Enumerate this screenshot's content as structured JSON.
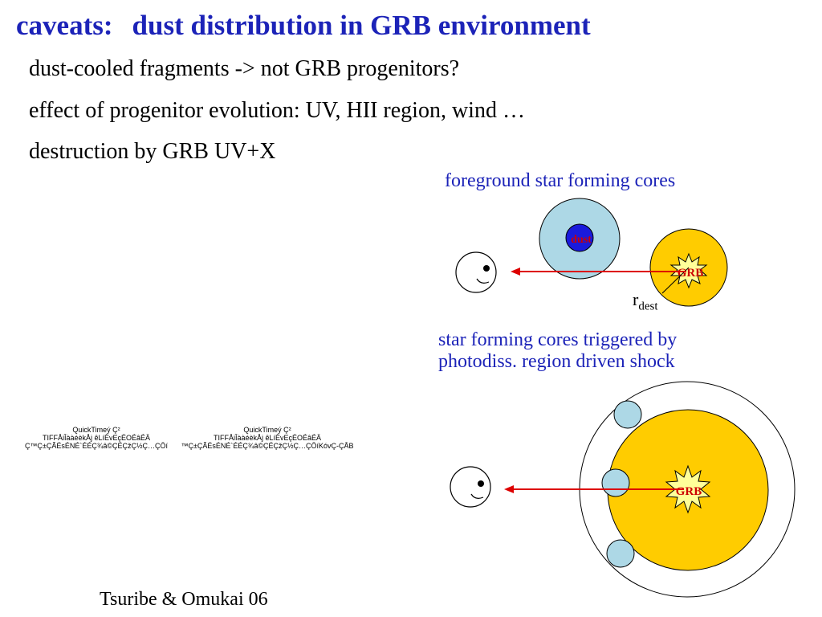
{
  "title": {
    "prefix": "caveats:",
    "main": "dust distribution in GRB environment"
  },
  "bullets": [
    "dust-cooled fragments -> not GRB progenitors?",
    "effect of progenitor evolution: UV, HII region, wind …",
    "destruction by GRB UV+X"
  ],
  "diagram_top": {
    "caption": "foreground star forming cores",
    "dust_label": "dust",
    "grb_label": "GRB",
    "radius_label": "r",
    "radius_subscript": "dest"
  },
  "diagram_bottom": {
    "caption_line1": "star forming cores triggered by",
    "caption_line2": "photodiss. region driven shock",
    "grb_label": "GRB"
  },
  "quicktime_placeholders": [
    {
      "line1": "QuickTimeý Ç²",
      "line2": "TIFFÅiÎààéèkÅj êLíÈvEçÉOÉâÉÄ",
      "line3": "Ç™Ç±ÇÃÉsÉNÉ`ÉÉÇ¾â©ÇÉÇžÇ½Ç…ÇÖí"
    },
    {
      "line1": "QuickTimeý Ç²",
      "line2": "TIFFÅiÎààéèkÅj êLíÈvEçÉOÉâÉÄ",
      "line3": "™Ç±ÇÃÉsÉNÉ`ÉÉÇ¾â©ÇÉÇžÇ½Ç…ÇÖíKóvÇ-ÇÅB"
    }
  ],
  "credit": "Tsuribe & Omukai 06",
  "colors": {
    "title": "#1c23b8",
    "caption": "#1c23b8",
    "core_fill": "#add8e6",
    "dust_fill": "#1a1adb",
    "grb_label": "#cc0000",
    "region_fill": "#ffcc00",
    "arrow": "#dd0000",
    "star_fill": "#ffff99"
  }
}
